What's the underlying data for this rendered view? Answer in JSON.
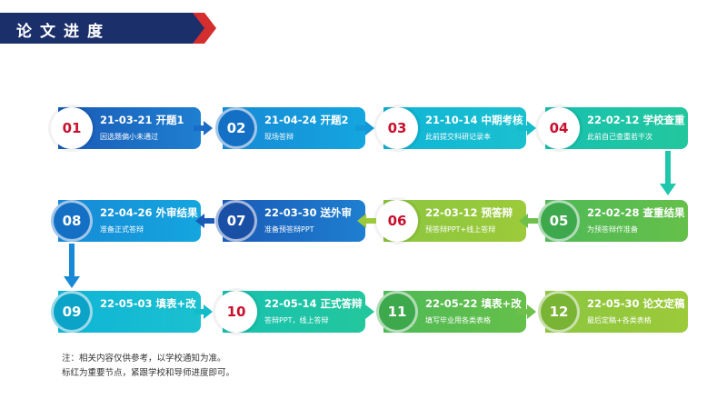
{
  "header": {
    "title": "论文进度"
  },
  "colors": {
    "navy": "#1b2f6b",
    "red": "#d42e2e",
    "accent_red": "#c8102e",
    "blue_dark": "#1a5bb8",
    "blue": "#1789d6",
    "cyan": "#0eb4d6",
    "teal": "#1fbfb3",
    "green": "#56b947",
    "yellow_green": "#97c53b"
  },
  "stages": [
    {
      "num": "01",
      "title": "21-03-21 开题1",
      "sub": "因选题偏小未通过",
      "key": true
    },
    {
      "num": "02",
      "title": "21-04-24 开题2",
      "sub": "现场答辩",
      "key": false
    },
    {
      "num": "03",
      "title": "21-10-14 中期考核",
      "sub": "此前提交科研记录本",
      "key": true
    },
    {
      "num": "04",
      "title": "22-02-12 学校查重",
      "sub": "此前自己查重若干次",
      "key": true
    },
    {
      "num": "05",
      "title": "22-02-28 查重结果",
      "sub": "为预答辩作准备",
      "key": false
    },
    {
      "num": "06",
      "title": "22-03-12 预答辩",
      "sub": "预答辩PPT+线上答辩",
      "key": true
    },
    {
      "num": "07",
      "title": "22-03-30 送外审",
      "sub": "准备预答辩PPT",
      "key": false
    },
    {
      "num": "08",
      "title": "22-04-26 外审结果",
      "sub": "准备正式答辩",
      "key": false
    },
    {
      "num": "09",
      "title": "22-05-03 填表+改",
      "sub": "",
      "key": false
    },
    {
      "num": "10",
      "title": "22-05-14 正式答辩",
      "sub": "答辩PPT，线上答辩",
      "key": true
    },
    {
      "num": "11",
      "title": "22-05-22 填表+改",
      "sub": "填写毕业用各类表格",
      "key": false
    },
    {
      "num": "12",
      "title": "22-05-30 论文定稿",
      "sub": "最后定稿+各类表格",
      "key": false
    }
  ],
  "notes": [
    "注：相关内容仅供参考，以学校通知为准。",
    "标红为重要节点，紧跟学校和导师进度即可。"
  ]
}
